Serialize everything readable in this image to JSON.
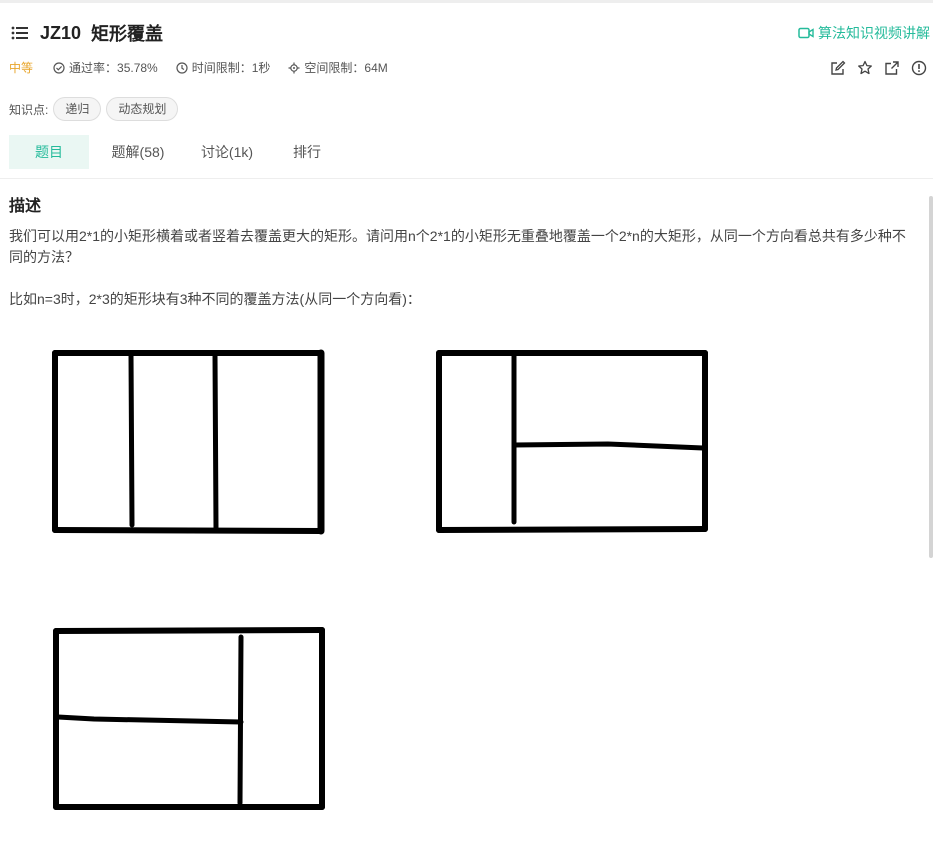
{
  "header": {
    "problem_id": "JZ10",
    "problem_title": "矩形覆盖",
    "video_link_label": "算法知识视频讲解"
  },
  "meta": {
    "difficulty": "中等",
    "pass_rate": "通过率：35.78%",
    "time_limit": "时间限制：1秒",
    "space_limit": "空间限制：64M"
  },
  "knowledge": {
    "label": "知识点:",
    "tags": [
      "递归",
      "动态规划"
    ]
  },
  "tabs": [
    {
      "label": "题目",
      "active": true
    },
    {
      "label": "题解(58)",
      "active": false
    },
    {
      "label": "讨论(1k)",
      "active": false
    },
    {
      "label": "排行",
      "active": false
    }
  ],
  "content": {
    "heading": "描述",
    "paragraph1": "我们可以用2*1的小矩形横着或者竖着去覆盖更大的矩形。请问用n个2*1的小矩形无重叠地覆盖一个2*n的大矩形，从同一个方向看总共有多少种不同的方法？",
    "paragraph2": "比如n=3时，2*3的矩形块有3种不同的覆盖方法(从同一个方向看)："
  },
  "colors": {
    "accent": "#25bb9b",
    "difficulty_medium": "#e8a52a"
  },
  "icons": [
    "list-icon",
    "video-icon",
    "check-circle-icon",
    "clock-icon",
    "memory-icon",
    "edit-icon",
    "star-icon",
    "share-icon",
    "report-icon"
  ]
}
